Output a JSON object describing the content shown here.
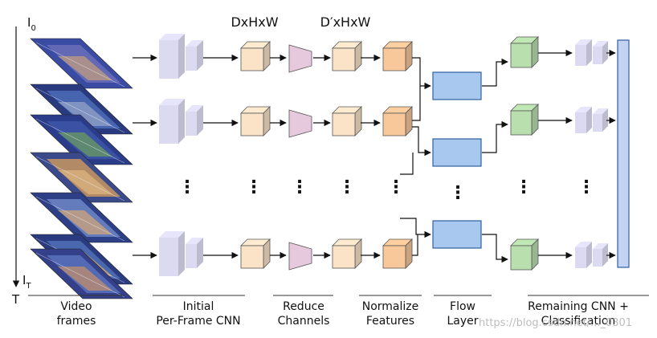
{
  "header": {
    "dims_in": "DxHxW",
    "dims_out": "D′xHxW"
  },
  "time_axis": {
    "top_label": "I",
    "top_sub": "0",
    "bottom_label": "I",
    "bottom_sub": "T",
    "axis_label": "T"
  },
  "stages": [
    {
      "line1": "Video",
      "line2": "frames"
    },
    {
      "line1": "Initial",
      "line2": "Per-Frame CNN"
    },
    {
      "line1": "Reduce",
      "line2": "Channels"
    },
    {
      "line1": "Normalize",
      "line2": "Features"
    },
    {
      "line1": "Flow",
      "line2": "Layer"
    },
    {
      "line1": "Remaining CNN +",
      "line2": "Classification"
    }
  ],
  "ellipsis": "⋮",
  "watermark": "https://blog.csdn.net/..._0301",
  "colors": {
    "cnn_block": "#dcdaf0",
    "feature_cube": "#fbe3c8",
    "reduce": "#e6c9dc",
    "normalize": "#f8c79a",
    "flow": "#a9c8ef",
    "flow_stroke": "#2f5fa0",
    "remaining": "#b9dfae",
    "classifier": "#c5d3f3"
  }
}
